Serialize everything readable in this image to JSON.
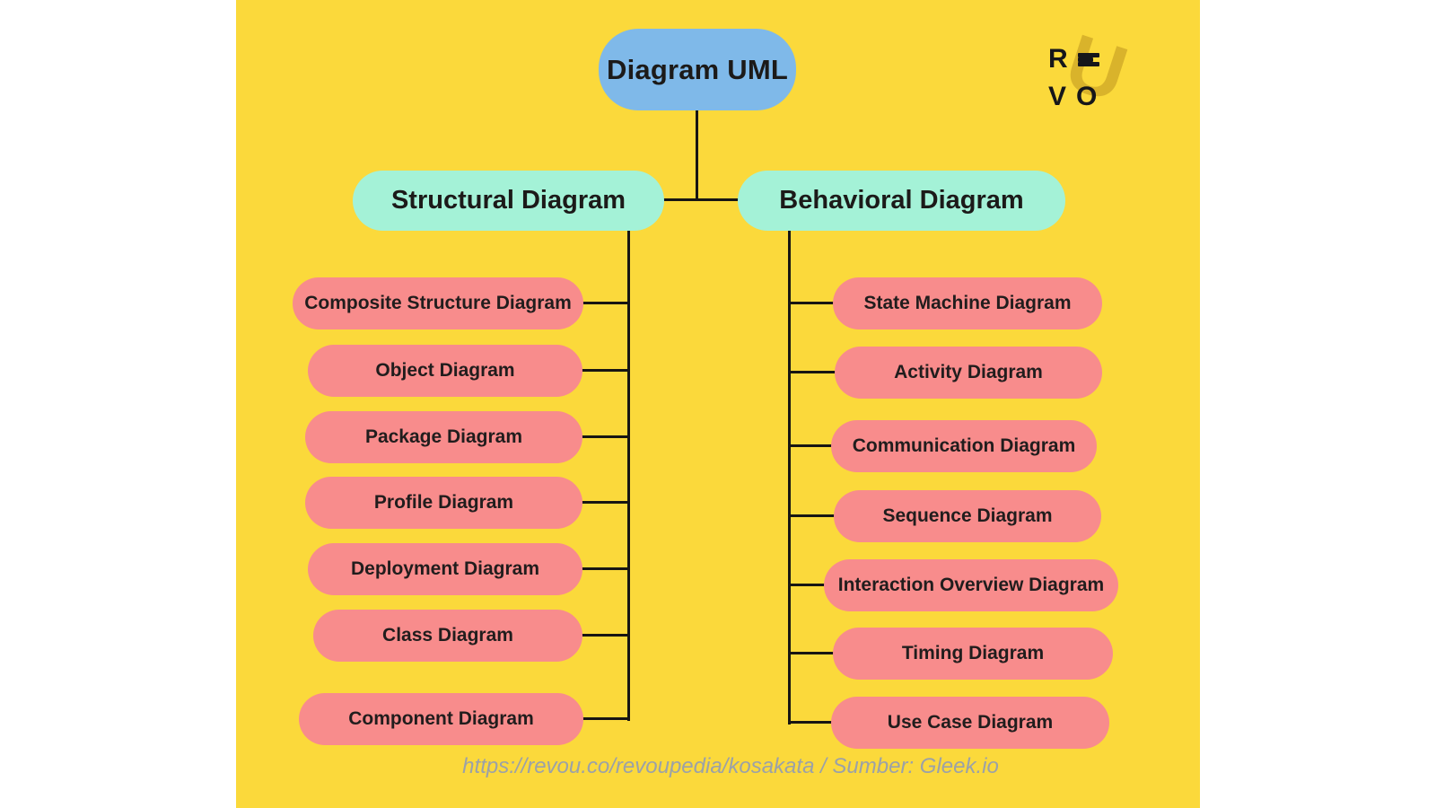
{
  "root": {
    "label": "Diagram UML"
  },
  "branches": {
    "structural": {
      "label": "Structural Diagram",
      "children": [
        "Composite Structure Diagram",
        "Object Diagram",
        "Package Diagram",
        "Profile Diagram",
        "Deployment Diagram",
        "Class Diagram",
        "Component Diagram"
      ]
    },
    "behavioral": {
      "label": "Behavioral Diagram",
      "children": [
        "State Machine Diagram",
        "Activity Diagram",
        "Communication Diagram",
        "Sequence Diagram",
        "Interaction Overview Diagram",
        "Timing Diagram",
        "Use Case Diagram"
      ]
    }
  },
  "logo": {
    "letter_r": "R",
    "letter_v": "V",
    "letter_o": "O",
    "shadow_glyph": "U"
  },
  "caption": {
    "text": "https://revou.co/revoupedia/kosakata / Sumber: Gleek.io"
  },
  "colors": {
    "panel": "#FBD93B",
    "root_fill": "#7FB9E9",
    "branch_fill": "#A4F2D7",
    "leaf_fill": "#F88C8C",
    "connector": "#171513",
    "caption_text": "#9BA1A8",
    "logo_shadow": "#D9B32B"
  }
}
